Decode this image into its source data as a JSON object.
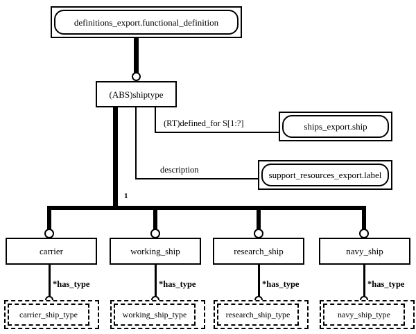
{
  "diagram": {
    "type": "EXPRESS-G entity relationship diagram",
    "schema_root": "definitions_export.functional_definition",
    "colors": {
      "stroke": "#000000",
      "fill": "#ffffff"
    }
  },
  "nodes": {
    "root": {
      "label": "definitions_export.functional_definition",
      "kind": "page-reference"
    },
    "shiptype": {
      "label": "(ABS)shiptype",
      "kind": "abstract-entity"
    },
    "ships_export_ship": {
      "label": "ships_export.ship",
      "kind": "page-reference"
    },
    "support_label": {
      "label": "support_resources_export.label",
      "kind": "page-reference"
    },
    "subtypes": [
      {
        "label": "carrier",
        "kind": "entity"
      },
      {
        "label": "working_ship",
        "kind": "entity"
      },
      {
        "label": "research_ship",
        "kind": "entity"
      },
      {
        "label": "navy_ship",
        "kind": "entity"
      }
    ],
    "types": [
      {
        "label": "carrier_ship_type",
        "kind": "defined-type"
      },
      {
        "label": "working_ship_type",
        "kind": "defined-type"
      },
      {
        "label": "research_ship_type",
        "kind": "defined-type"
      },
      {
        "label": "navy_ship_type",
        "kind": "defined-type"
      }
    ]
  },
  "relationships": {
    "defined_for": {
      "label": "(RT)defined_for S[1:?]"
    },
    "description": {
      "label": "description"
    },
    "supertype_cardinality": {
      "label": "1"
    },
    "has_type": [
      {
        "label": "*has_type"
      },
      {
        "label": "*has_type"
      },
      {
        "label": "*has_type"
      },
      {
        "label": "*has_type"
      }
    ]
  }
}
